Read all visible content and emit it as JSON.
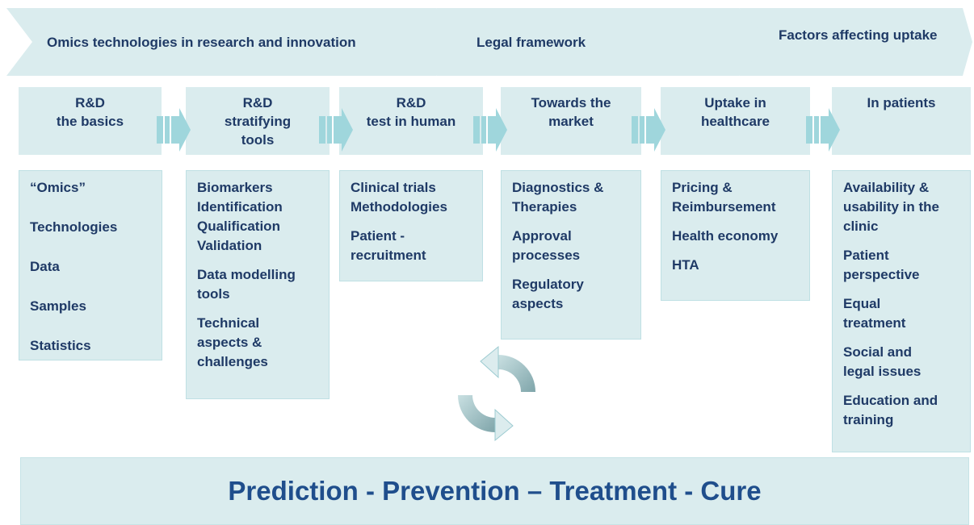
{
  "chevrons": [
    {
      "label": "Omics technologies in research and innovation"
    },
    {
      "label": "Legal framework"
    },
    {
      "label": "Factors affecting uptake"
    }
  ],
  "stages": [
    {
      "lines": [
        "R&D",
        "the basics"
      ]
    },
    {
      "lines": [
        "R&D",
        "stratifying",
        "tools"
      ]
    },
    {
      "lines": [
        "R&D",
        "test in human"
      ]
    },
    {
      "lines": [
        "Towards the",
        "market"
      ]
    },
    {
      "lines": [
        "Uptake in",
        "healthcare"
      ]
    },
    {
      "lines": [
        "In patients"
      ]
    }
  ],
  "boxes": [
    {
      "items": [
        "“Omics”",
        "Technologies",
        "Data",
        "Samples",
        "Statistics"
      ]
    },
    {
      "items": [
        "Biomarkers Identification Qualification Validation",
        "Data modelling tools",
        "Technical aspects & challenges"
      ]
    },
    {
      "items": [
        "Clinical trials Methodologies",
        "Patient - recruitment"
      ]
    },
    {
      "items": [
        "Diagnostics & Therapies",
        "Approval processes",
        "Regulatory aspects"
      ]
    },
    {
      "items": [
        "Pricing & Reimbursement",
        "Health economy",
        "HTA"
      ]
    },
    {
      "items": [
        "Availability & usability in the clinic",
        "Patient perspective",
        "Equal treatment",
        "Social and legal issues",
        "Education and training"
      ]
    }
  ],
  "banner": {
    "text": "Prediction - Prevention – Treatment -  Cure"
  },
  "colors": {
    "fill": "#daecee",
    "text": "#1f3a66",
    "banner_text": "#1f4e8c",
    "arrow": "#9fd6dc",
    "cycle": "#8fb3b8"
  }
}
